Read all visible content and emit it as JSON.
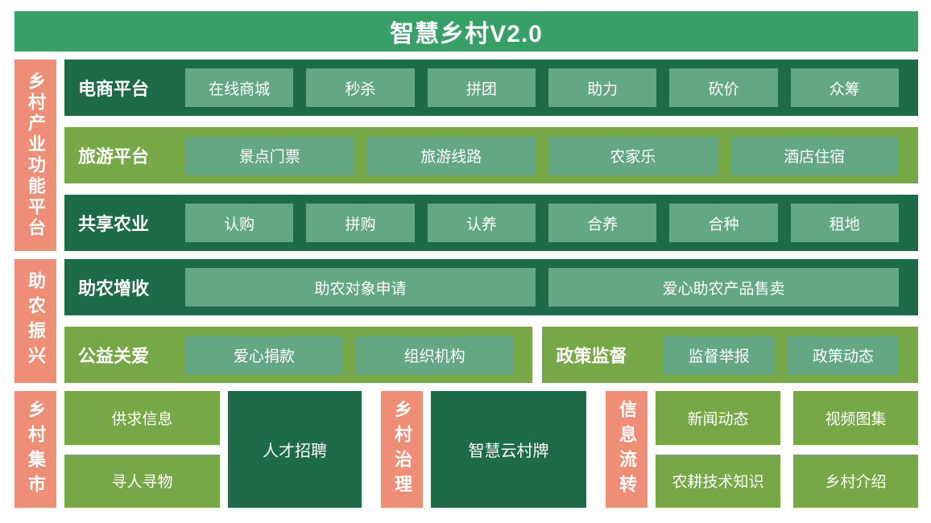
{
  "title": "智慧乡村V2.0",
  "colors": {
    "banner": "#36a066",
    "dark": "#1e6b4a",
    "olive": "#77a847",
    "tile": "#63a785",
    "salmon": "#ef8e76"
  },
  "section1": {
    "side_label": "乡村产业功能平台",
    "row1": {
      "label": "电商平台",
      "buttons": [
        "在线商城",
        "秒杀",
        "拼团",
        "助力",
        "砍价",
        "众筹"
      ]
    },
    "row2": {
      "label": "旅游平台",
      "buttons": [
        "景点门票",
        "旅游线路",
        "农家乐",
        "酒店住宿"
      ]
    },
    "row3": {
      "label": "共享农业",
      "buttons": [
        "认购",
        "拼购",
        "认养",
        "合养",
        "合种",
        "租地"
      ]
    }
  },
  "section2": {
    "side_label": "助农振兴",
    "row4": {
      "label": "助农增收",
      "buttons": [
        "助农对象申请",
        "爱心助农产品售卖"
      ]
    },
    "row5a": {
      "label": "公益关爱",
      "buttons": [
        "爱心捐款",
        "组织机构"
      ]
    },
    "row5b": {
      "label": "政策监督",
      "buttons": [
        "监督举报",
        "政策动态"
      ]
    }
  },
  "section3": {
    "market": {
      "side_label": "乡村集市",
      "tiles": [
        "供求信息",
        "寻人寻物"
      ],
      "block": "人才招聘"
    },
    "governance": {
      "side_label": "乡村治理",
      "block": "智慧云村牌"
    },
    "info": {
      "side_label": "信息流转",
      "col1": [
        "新闻动态",
        "农耕技术知识"
      ],
      "col2": [
        "视频图集",
        "乡村介绍"
      ]
    }
  }
}
